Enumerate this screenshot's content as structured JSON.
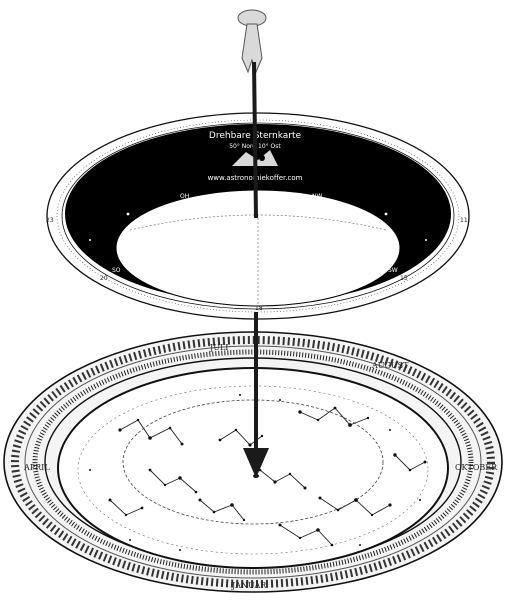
{
  "upper_disc": {
    "title": "Drehbare Sternkarte",
    "coordinates": "50° Nord  10° Ost",
    "website": "www.astronomiekoffer.com",
    "horizon_labels": [
      "OH",
      "NW",
      "SO",
      "SW"
    ]
  },
  "lower_disc": {
    "month_labels": [
      "AUGUST",
      "JULI",
      "APRIL",
      "OKTOBER",
      "JANUAR"
    ]
  },
  "colors": {
    "disc_black": "#000000",
    "outline": "#111111",
    "pin_fill": "#d9d9d9",
    "arrow": "#1a1a1a"
  },
  "icons": [
    "pushpin-icon",
    "logo-icon",
    "down-arrow-icon"
  ]
}
